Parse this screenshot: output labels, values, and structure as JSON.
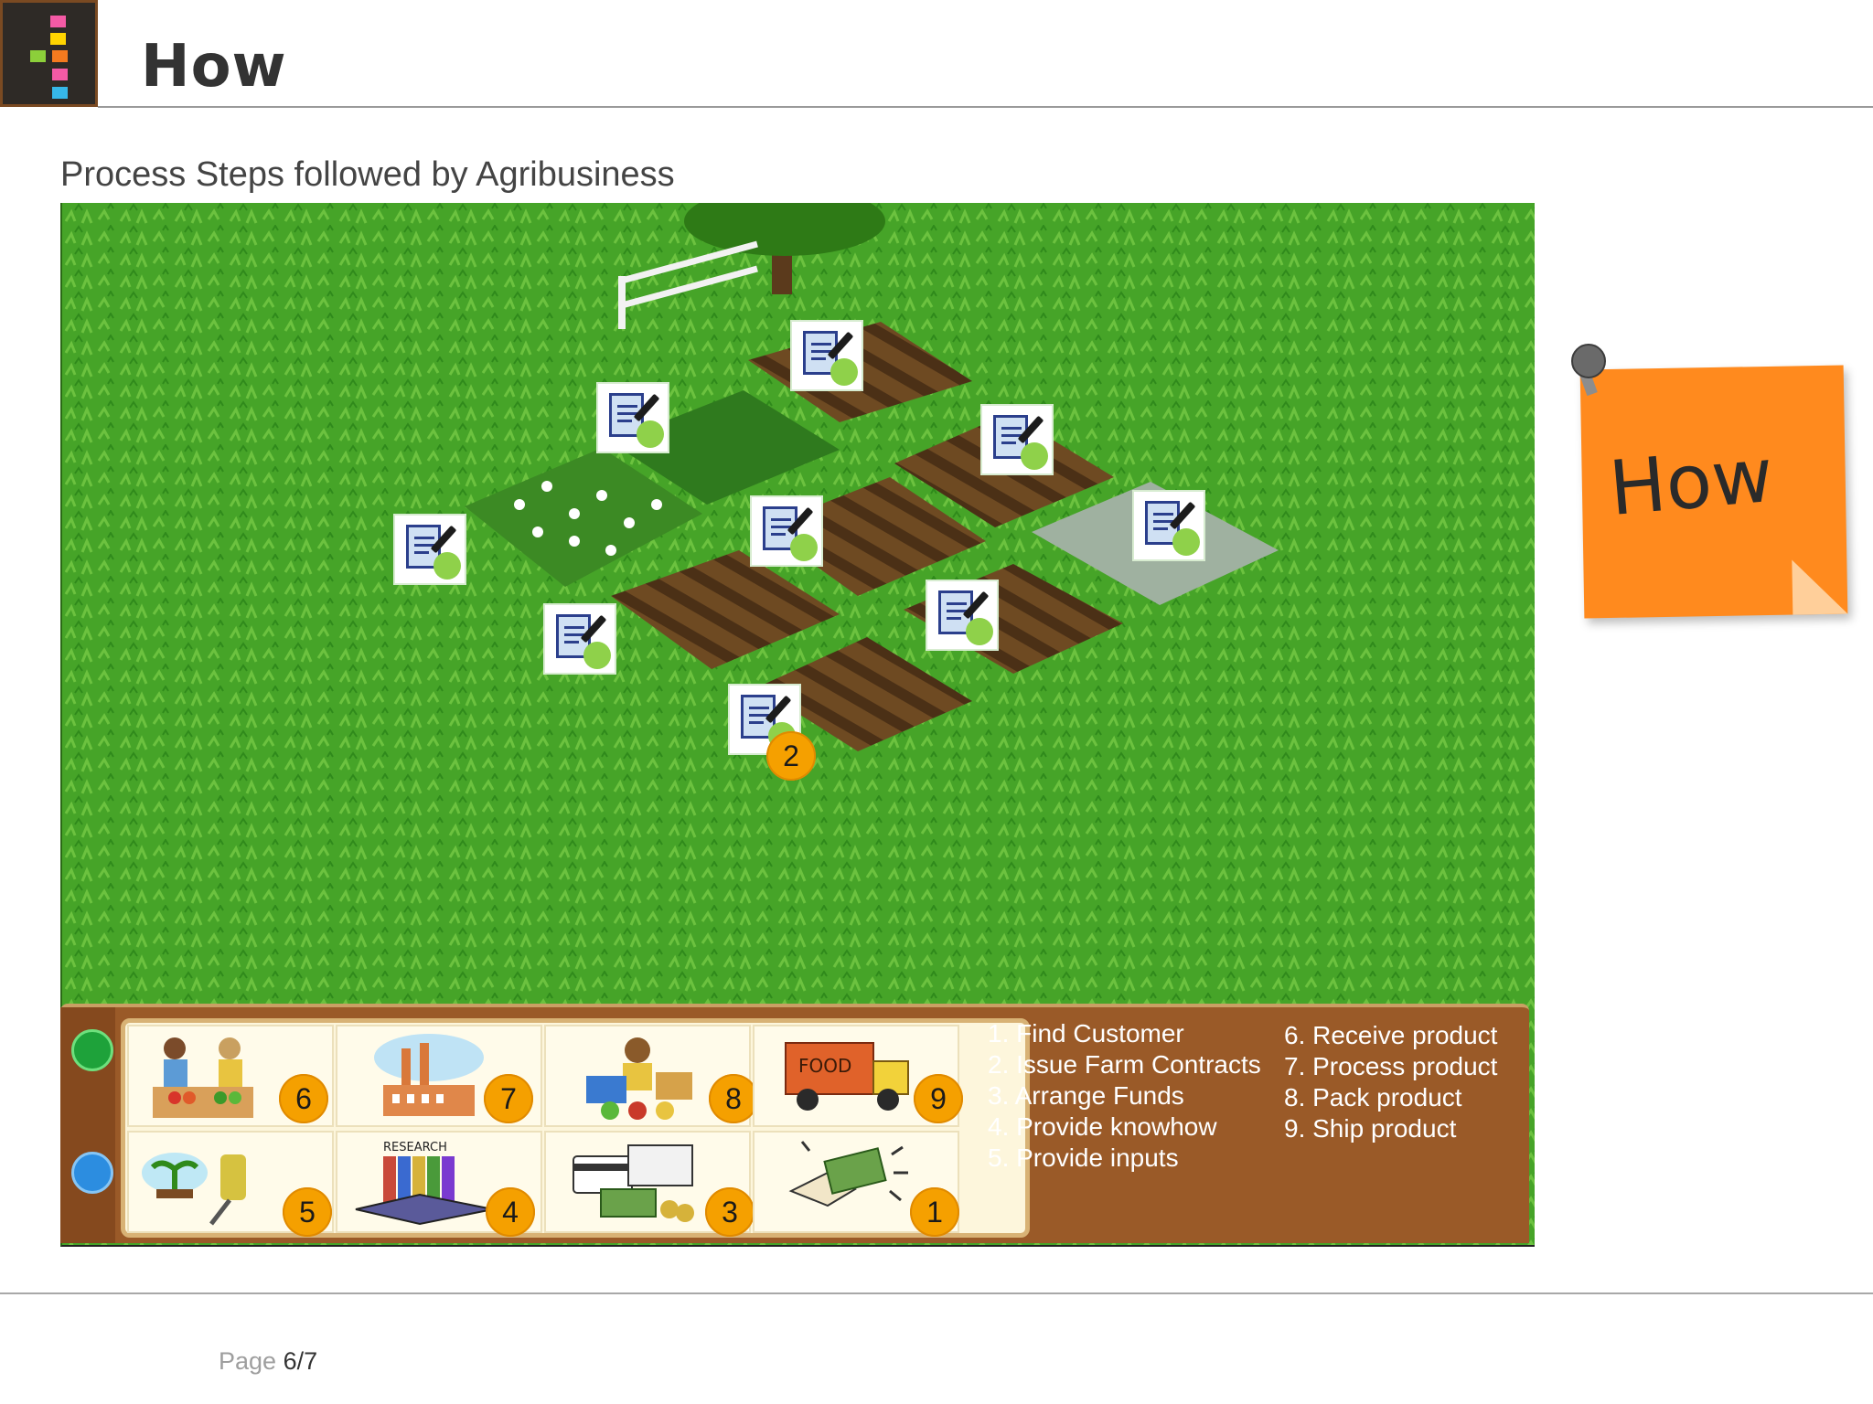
{
  "header": {
    "title": "How"
  },
  "subtitle": "Process Steps followed by Agribusiness",
  "scene_badge": "2",
  "step_grid": {
    "top_row": [
      {
        "badge": "6",
        "icon": "market-vendors-icon"
      },
      {
        "badge": "7",
        "icon": "factory-icon"
      },
      {
        "badge": "8",
        "icon": "packing-worker-icon"
      },
      {
        "badge": "9",
        "icon": "food-truck-icon"
      }
    ],
    "bottom_row": [
      {
        "badge": "5",
        "icon": "seedling-sprayer-icon"
      },
      {
        "badge": "4",
        "icon": "research-books-icon",
        "label": "RESEARCH"
      },
      {
        "badge": "3",
        "icon": "money-cards-icon"
      },
      {
        "badge": "1",
        "icon": "cash-hand-icon"
      }
    ]
  },
  "steps_left": [
    "1. Find Customer",
    "2. Issue Farm Contracts",
    "3. Arrange Funds",
    "4. Provide knowhow",
    "5. Provide inputs"
  ],
  "steps_right": [
    "6. Receive product",
    "7. Process product",
    "8. Pack product",
    "9. Ship product"
  ],
  "sticky_note": "How",
  "footer": {
    "label": "Page",
    "number": "6/7"
  },
  "colors": {
    "grass": "#46a428",
    "panel": "#9a5a28",
    "badge": "#f5a000",
    "note": "#ff8a1e"
  }
}
